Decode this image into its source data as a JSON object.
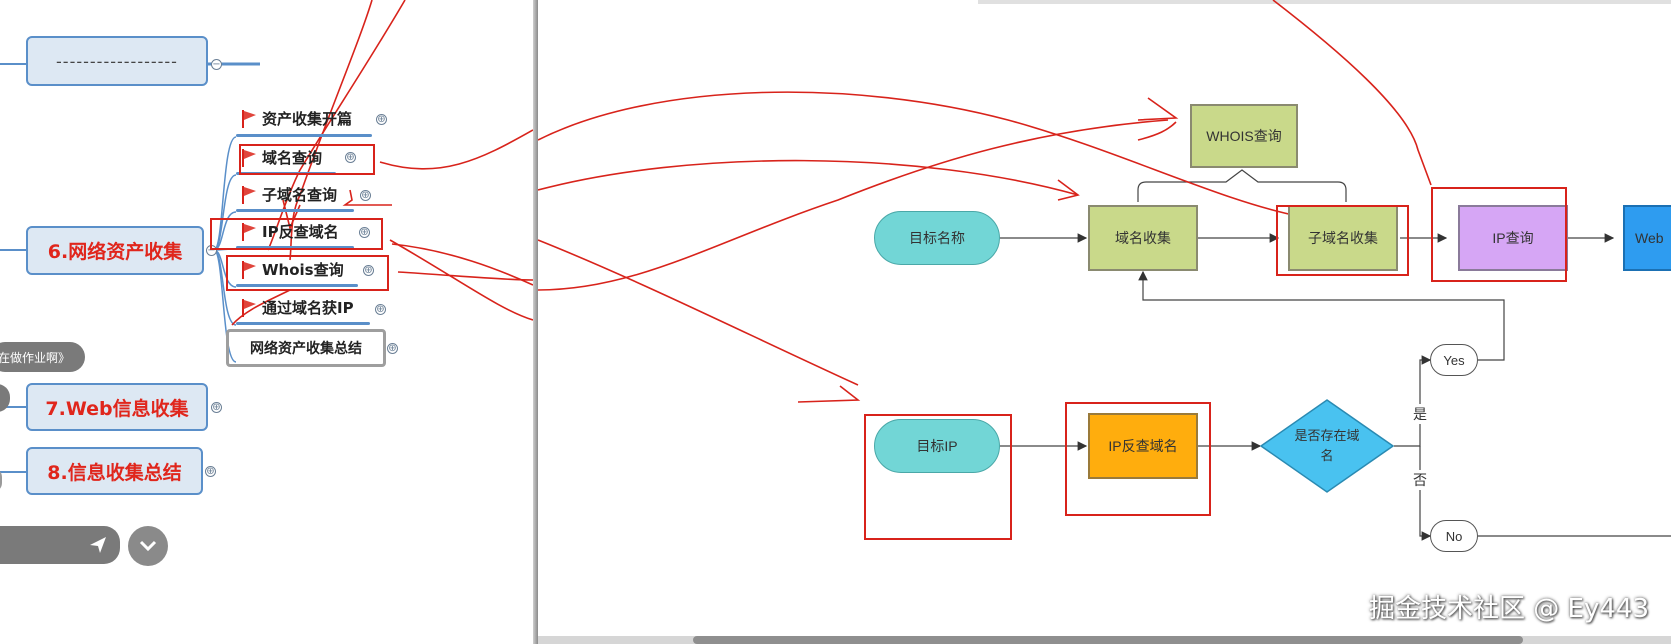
{
  "mindmap": {
    "top_node": "------------------",
    "main_nodes": [
      "6.网络资产收集",
      "7.Web信息收集",
      "8.信息收集总结"
    ],
    "subtopics": [
      "资产收集开篇",
      "域名查询",
      "子域名查询",
      "IP反查域名",
      "Whois查询",
      "通过域名获IP",
      "网络资产收集总结"
    ],
    "side_pill": "在做作业啊》",
    "expand_glyph": "⊕"
  },
  "flowchart": {
    "start1": "目标名称",
    "domain_collect": "域名收集",
    "whois": "WHOIS查询",
    "subdomain": "子域名收集",
    "ip_query": "IP查询",
    "web": "Web",
    "start2": "目标IP",
    "ip_reverse": "IP反查域名",
    "decision": "是否存在域名",
    "yes": "Yes",
    "no": "No",
    "yes_cn": "是",
    "no_cn": "否",
    "colors": {
      "teal": "#72d6d6",
      "olive": "#c9d98a",
      "purple": "#d6a6f5",
      "orange": "#ffad0d",
      "cyan": "#49c2f0",
      "blue": "#2e9cf0"
    }
  },
  "watermark": "掘金技术社区 @ Ey443"
}
